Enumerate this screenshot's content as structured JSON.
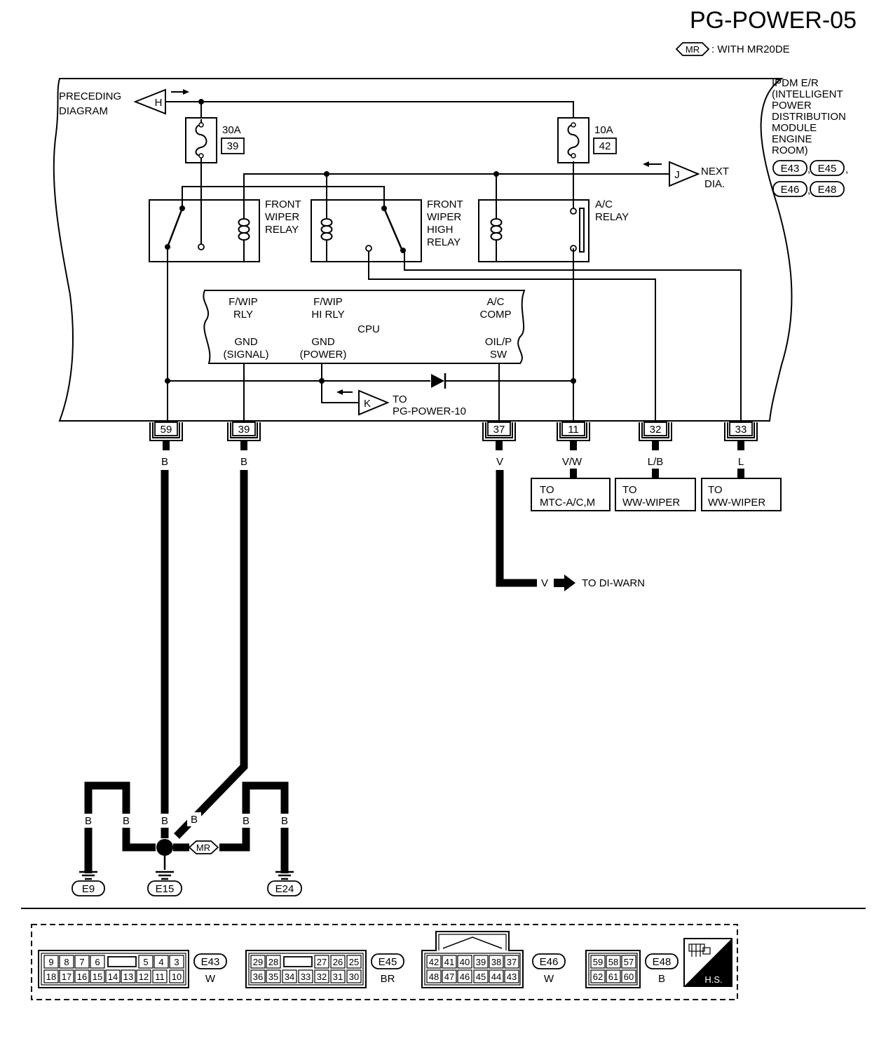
{
  "header": {
    "page_code": "PG-POWER-05",
    "legend_badge": "MR",
    "legend_text": ": WITH MR20DE"
  },
  "module": {
    "name_lines": [
      "IPDM E/R",
      "(INTELLIGENT",
      "POWER",
      "DISTRIBUTION",
      "MODULE",
      "ENGINE",
      "ROOM)"
    ],
    "connectors": [
      "E43",
      "E45",
      "E46",
      "E48"
    ]
  },
  "offpage": {
    "preceding_lines": [
      "PRECEDING",
      "DIAGRAM"
    ],
    "preceding_letter": "H",
    "next_lines": [
      "NEXT",
      "DIA."
    ],
    "next_letter": "J",
    "to_letter": "K",
    "to_lines": [
      "TO",
      "PG-POWER-10"
    ]
  },
  "fuses": [
    {
      "amps": "30A",
      "number": "39"
    },
    {
      "amps": "10A",
      "number": "42"
    }
  ],
  "relays": {
    "front_wiper": [
      "FRONT",
      "WIPER",
      "RELAY"
    ],
    "front_wiper_high": [
      "FRONT",
      "WIPER",
      "HIGH",
      "RELAY"
    ],
    "ac": [
      "A/C",
      "RELAY"
    ]
  },
  "cpu": {
    "label": "CPU",
    "fwip_rly": [
      "F/WIP",
      "RLY"
    ],
    "fwip_hi_rly": [
      "F/WIP",
      "HI RLY"
    ],
    "ac_comp": [
      "A/C",
      "COMP"
    ],
    "gnd_signal": [
      "GND",
      "(SIGNAL)"
    ],
    "gnd_power": [
      "GND",
      "(POWER)"
    ],
    "oil_p_sw": [
      "OIL/P",
      "SW"
    ]
  },
  "terminals": [
    {
      "pin": "59",
      "wire": "B"
    },
    {
      "pin": "39",
      "wire": "B"
    },
    {
      "pin": "37",
      "wire": "V"
    },
    {
      "pin": "11",
      "wire": "V/W"
    },
    {
      "pin": "32",
      "wire": "L/B"
    },
    {
      "pin": "33",
      "wire": "L"
    }
  ],
  "destinations": [
    [
      "TO",
      "MTC-A/C,M"
    ],
    [
      "TO",
      "WW-WIPER"
    ],
    [
      "TO",
      "WW-WIPER"
    ]
  ],
  "di_warn": {
    "wire": "V",
    "text": "TO DI-WARN"
  },
  "grounds": {
    "wires": [
      "B",
      "B",
      "B",
      "B",
      "B",
      "B"
    ],
    "mr_badge": "MR",
    "labels": [
      "E9",
      "E15",
      "E24"
    ]
  },
  "connector_views": [
    {
      "id": "E43",
      "color": "W",
      "top": [
        "9",
        "8",
        "7",
        "6",
        "",
        "5",
        "4",
        "3"
      ],
      "bottom": [
        "18",
        "17",
        "16",
        "15",
        "14",
        "13",
        "12",
        "11",
        "10"
      ]
    },
    {
      "id": "E45",
      "color": "BR",
      "top": [
        "29",
        "28",
        "",
        "27",
        "26",
        "25"
      ],
      "bottom": [
        "36",
        "35",
        "34",
        "33",
        "32",
        "31",
        "30"
      ]
    },
    {
      "id": "E46",
      "color": "W",
      "top": [
        "42",
        "41",
        "40",
        "39",
        "38",
        "37"
      ],
      "bottom": [
        "48",
        "47",
        "46",
        "45",
        "44",
        "43"
      ]
    },
    {
      "id": "E48",
      "color": "B",
      "top": [
        "59",
        "58",
        "57"
      ],
      "bottom": [
        "62",
        "61",
        "60"
      ]
    }
  ],
  "hs_label": "H.S."
}
